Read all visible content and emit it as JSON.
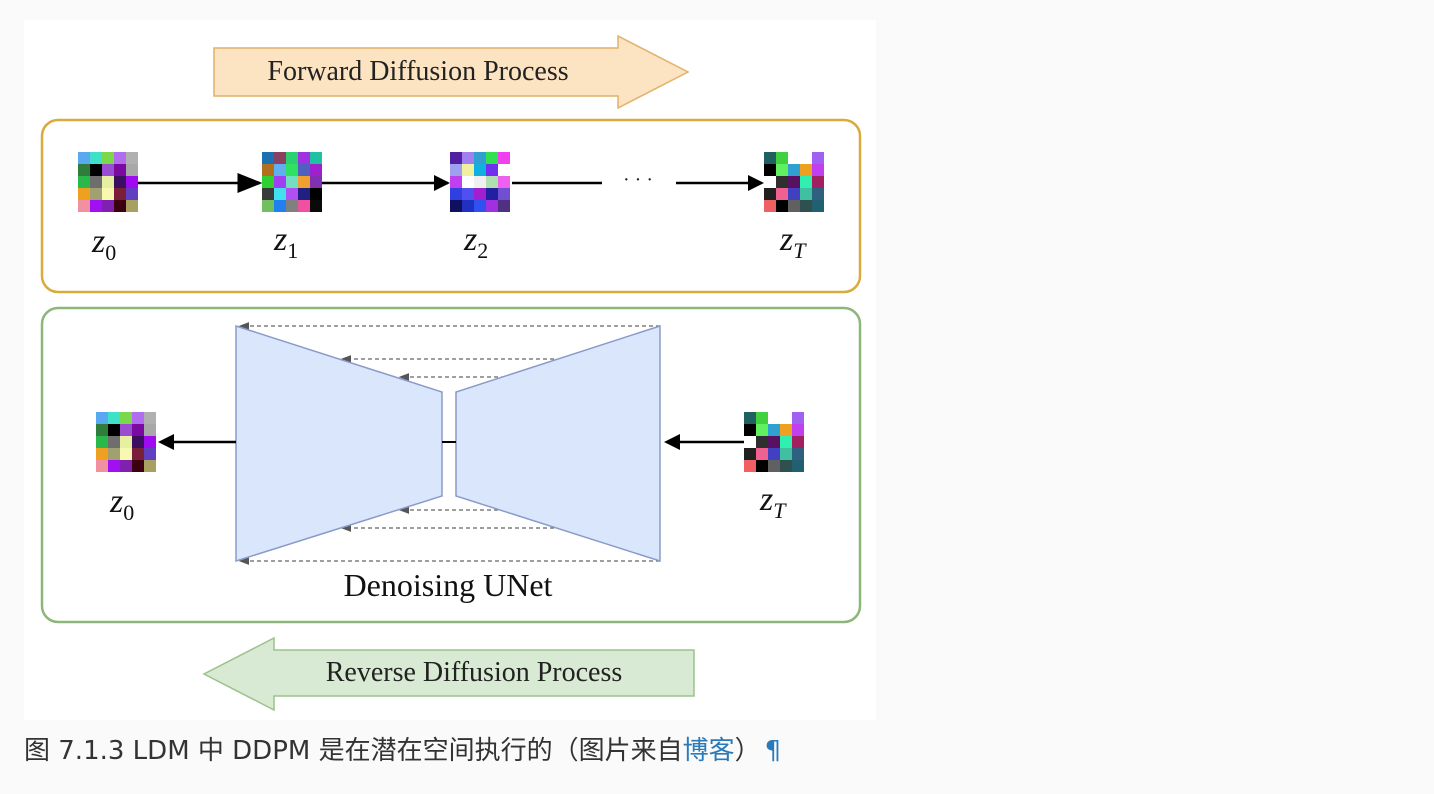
{
  "figure": {
    "forward_label": "Forward Diffusion Process",
    "reverse_label": "Reverse Diffusion Process",
    "unet_label": "Denoising UNet",
    "ellipsis": "· · ·",
    "latents": [
      {
        "var": "z",
        "sub": "0"
      },
      {
        "var": "z",
        "sub": "1"
      },
      {
        "var": "z",
        "sub": "2"
      },
      {
        "var": "z",
        "sub": "T"
      }
    ],
    "reverse_in": {
      "var": "z",
      "sub": "T"
    },
    "reverse_out": {
      "var": "z",
      "sub": "0"
    }
  },
  "caption": {
    "text": "图 7.1.3 LDM 中 DDPM 是在潜在空间执行的（图片来自",
    "link": "博客",
    "tail": "）",
    "pilcrow": "¶"
  },
  "colors": {
    "forward_box": "#d9ab3c",
    "reverse_box": "#8db77a",
    "forward_arrow_fill": "#fce3c1",
    "reverse_arrow_fill": "#d8ead3",
    "unet_fill": "#dae6fb",
    "unet_stroke": "#8a9bc9",
    "link": "#2a7ab9"
  }
}
